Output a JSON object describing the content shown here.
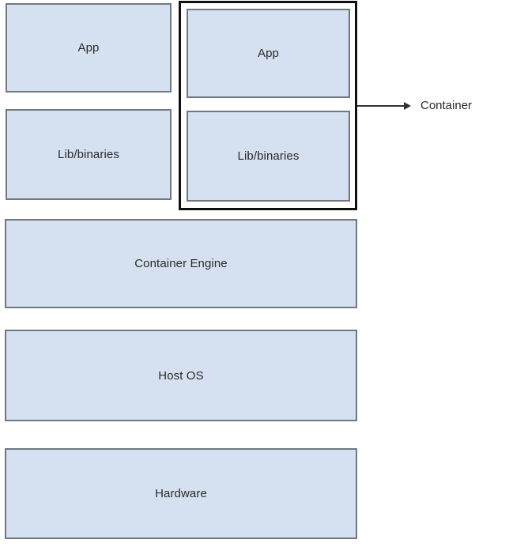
{
  "colors": {
    "box_fill": "#d5e1f0",
    "box_border": "#6f7780",
    "container_border": "#111111",
    "arrow": "#333333",
    "text": "#2a2a2a"
  },
  "stack": {
    "left_column": {
      "app": "App",
      "lib": "Lib/binaries"
    },
    "container_group": {
      "app": "App",
      "lib": "Lib/binaries"
    },
    "callout": {
      "label": "Container"
    },
    "layers": {
      "engine": "Container Engine",
      "host_os": "Host OS",
      "hardware": "Hardware"
    }
  }
}
